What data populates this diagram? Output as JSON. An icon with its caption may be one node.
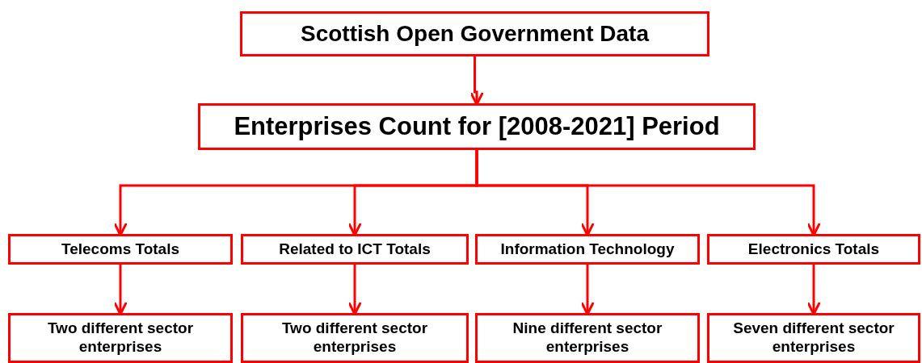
{
  "diagram": {
    "nodes": [
      {
        "text": [
          "Scottish Open Government Data"
        ]
      },
      {
        "text": [
          "Enterprises Count for [2008-2021] Period"
        ]
      },
      {
        "text": [
          "Telecoms Totals"
        ]
      },
      {
        "text": [
          "Related to ICT Totals"
        ]
      },
      {
        "text": [
          "Information Technology"
        ]
      },
      {
        "text": [
          "Electronics Totals"
        ]
      },
      {
        "text": [
          "Two different sector enterprises"
        ]
      },
      {
        "text": [
          "Two different sector enterprises"
        ]
      },
      {
        "text": [
          "Nine different sector enterprises"
        ]
      },
      {
        "text": [
          "Seven different sector enterprises"
        ]
      }
    ],
    "edges": [
      {
        "from": 0,
        "to": 1,
        "arrow": "to"
      },
      {
        "from": 1,
        "to": 2,
        "arrow": "to"
      },
      {
        "from": 1,
        "to": 3,
        "arrow": "to"
      },
      {
        "from": 1,
        "to": 4,
        "arrow": "to"
      },
      {
        "from": 1,
        "to": 5,
        "arrow": "to"
      },
      {
        "from": 2,
        "to": 6,
        "arrow": "to"
      },
      {
        "from": 3,
        "to": 7,
        "arrow": "to"
      },
      {
        "from": 4,
        "to": 8,
        "arrow": "to"
      },
      {
        "from": 5,
        "to": 9,
        "arrow": "to"
      }
    ]
  }
}
